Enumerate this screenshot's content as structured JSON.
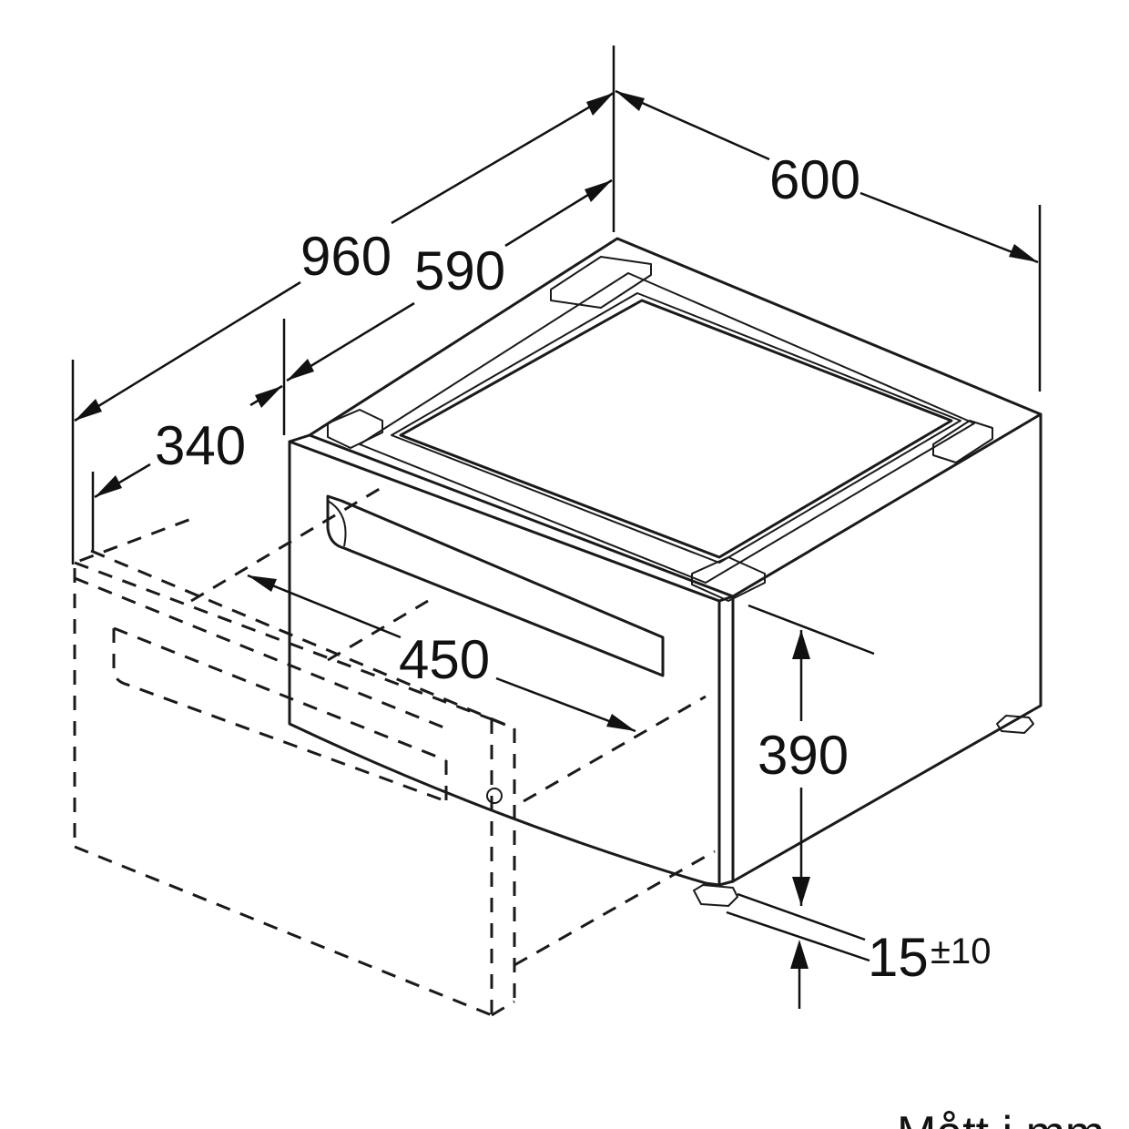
{
  "diagram": {
    "dimensions": {
      "d960": "960",
      "d590": "590",
      "d600": "600",
      "d340": "340",
      "d450": "450",
      "d390": "390",
      "d15_base": "15",
      "d15_tolerance": "±10"
    },
    "unit_note": "Mått i mm"
  }
}
